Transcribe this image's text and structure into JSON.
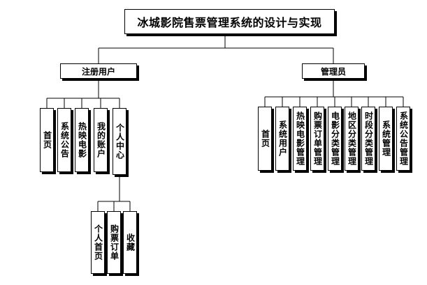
{
  "title": "冰城影院售票管理系统的设计与实现",
  "registered_user": {
    "label": "注册用户",
    "modules": [
      "首页",
      "系统公告",
      "热映电影",
      "我的账户",
      "个人中心"
    ],
    "personal_center": [
      "个人首页",
      "购票订单",
      "收藏"
    ]
  },
  "administrator": {
    "label": "管理员",
    "modules": [
      "首页",
      "系统用户",
      "热映电影管理",
      "购票订单管理",
      "电影分类管理",
      "地区分类管理",
      "时段分类管理",
      "系统管理",
      "系统公告管理"
    ]
  }
}
